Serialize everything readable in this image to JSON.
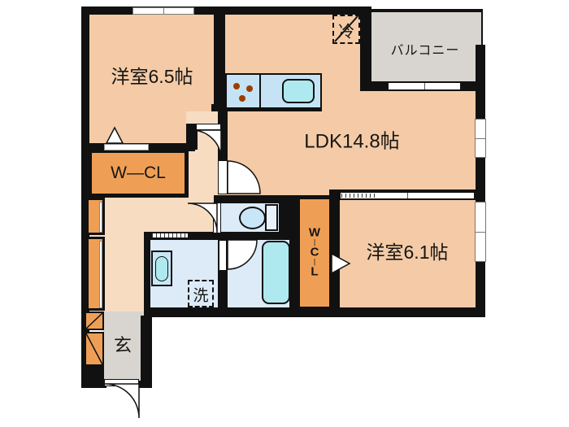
{
  "plan": {
    "type": "japanese-apartment-floor-plan",
    "rooms": {
      "bedroom1": {
        "label": "洋室6.5帖"
      },
      "ldk": {
        "label": "LDK14.8帖"
      },
      "balcony": {
        "label": "バルコニー"
      },
      "fridge_space": {
        "label": "冷"
      },
      "walk_in_closet_top": {
        "label": "W―CL"
      },
      "laundry_space": {
        "label": "洗"
      },
      "walk_in_closet_side": {
        "letters": [
          "W",
          "|",
          "C",
          "|",
          "L"
        ]
      },
      "bedroom2": {
        "label": "洋室6.1帖"
      },
      "entrance": {
        "label": "玄"
      }
    },
    "colors": {
      "room_floor": "#F4CBA6",
      "hall_floor": "#F7DCC2",
      "closet_orange": "#EF9F55",
      "wet_area_floor": "#DCEBF7",
      "fixture_cyan": "#AEE9F0",
      "counter_blue": "#C6E3F6",
      "toilet_blue": "#C9E6F8",
      "balcony_gray": "#D8D4D0",
      "wall_black": "#111111",
      "burner_dot": "#9C3E00"
    }
  }
}
